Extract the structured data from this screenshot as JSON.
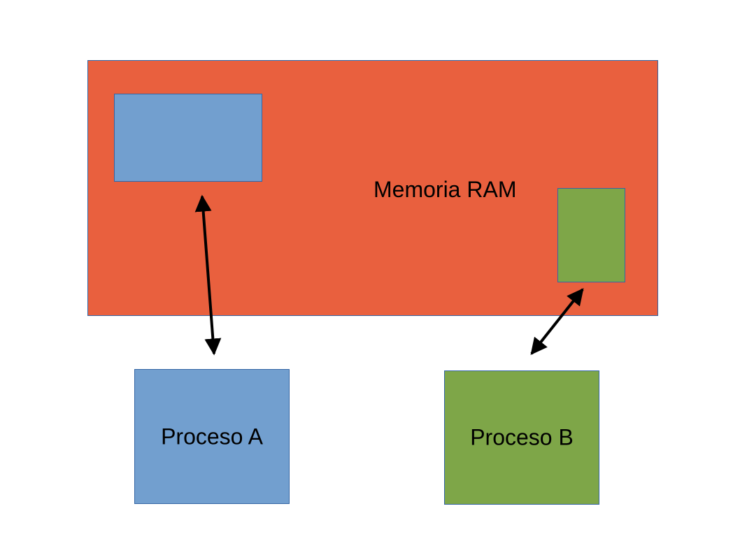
{
  "ram": {
    "label": "Memoria RAM",
    "color": "#e9603e"
  },
  "process_a": {
    "label": "Proceso A",
    "color": "#729fcf"
  },
  "process_b": {
    "label": "Proceso B",
    "color": "#7ea648"
  },
  "arrows": [
    {
      "from": "process-a",
      "to": "memory-segment-a",
      "type": "bidirectional"
    },
    {
      "from": "process-b",
      "to": "memory-segment-b",
      "type": "bidirectional"
    }
  ],
  "border_color": "#3465a4",
  "arrow_color": "#000000"
}
